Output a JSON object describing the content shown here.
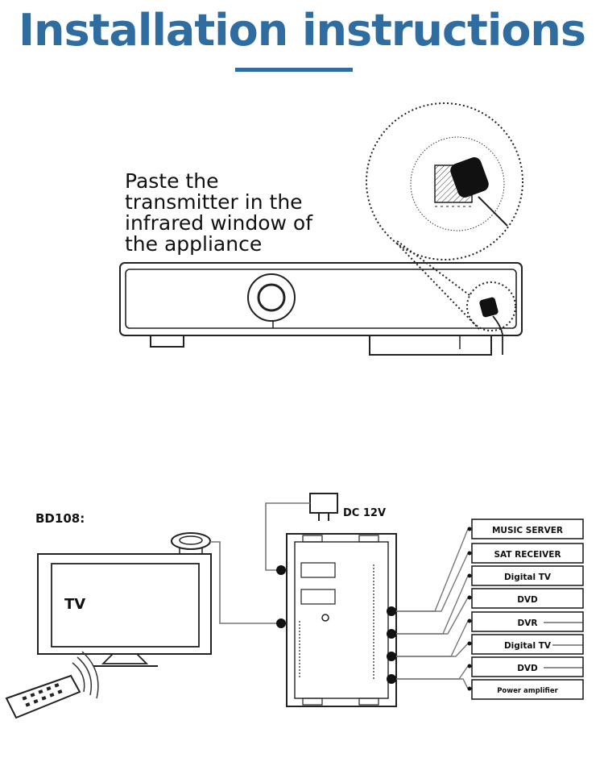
{
  "title": "Installation instructions",
  "colors": {
    "title": "#2f6da0",
    "line": "#222222",
    "device": "#111111"
  },
  "instruction_lines": [
    "Paste the",
    "transmitter in the",
    "infrared window of",
    "the appliance"
  ],
  "model_label": "BD108:",
  "tv_label": "TV",
  "power_label": "DC  12V",
  "devices": [
    "MUSIC SERVER",
    "SAT RECEIVER",
    "Digital  TV",
    "DVD",
    "DVR",
    "Digital  TV",
    "DVD",
    "Power amplifier"
  ],
  "icons": [
    "ir-transmitter-icon",
    "remote-control-icon",
    "power-adapter-icon",
    "ir-receiver-icon"
  ]
}
